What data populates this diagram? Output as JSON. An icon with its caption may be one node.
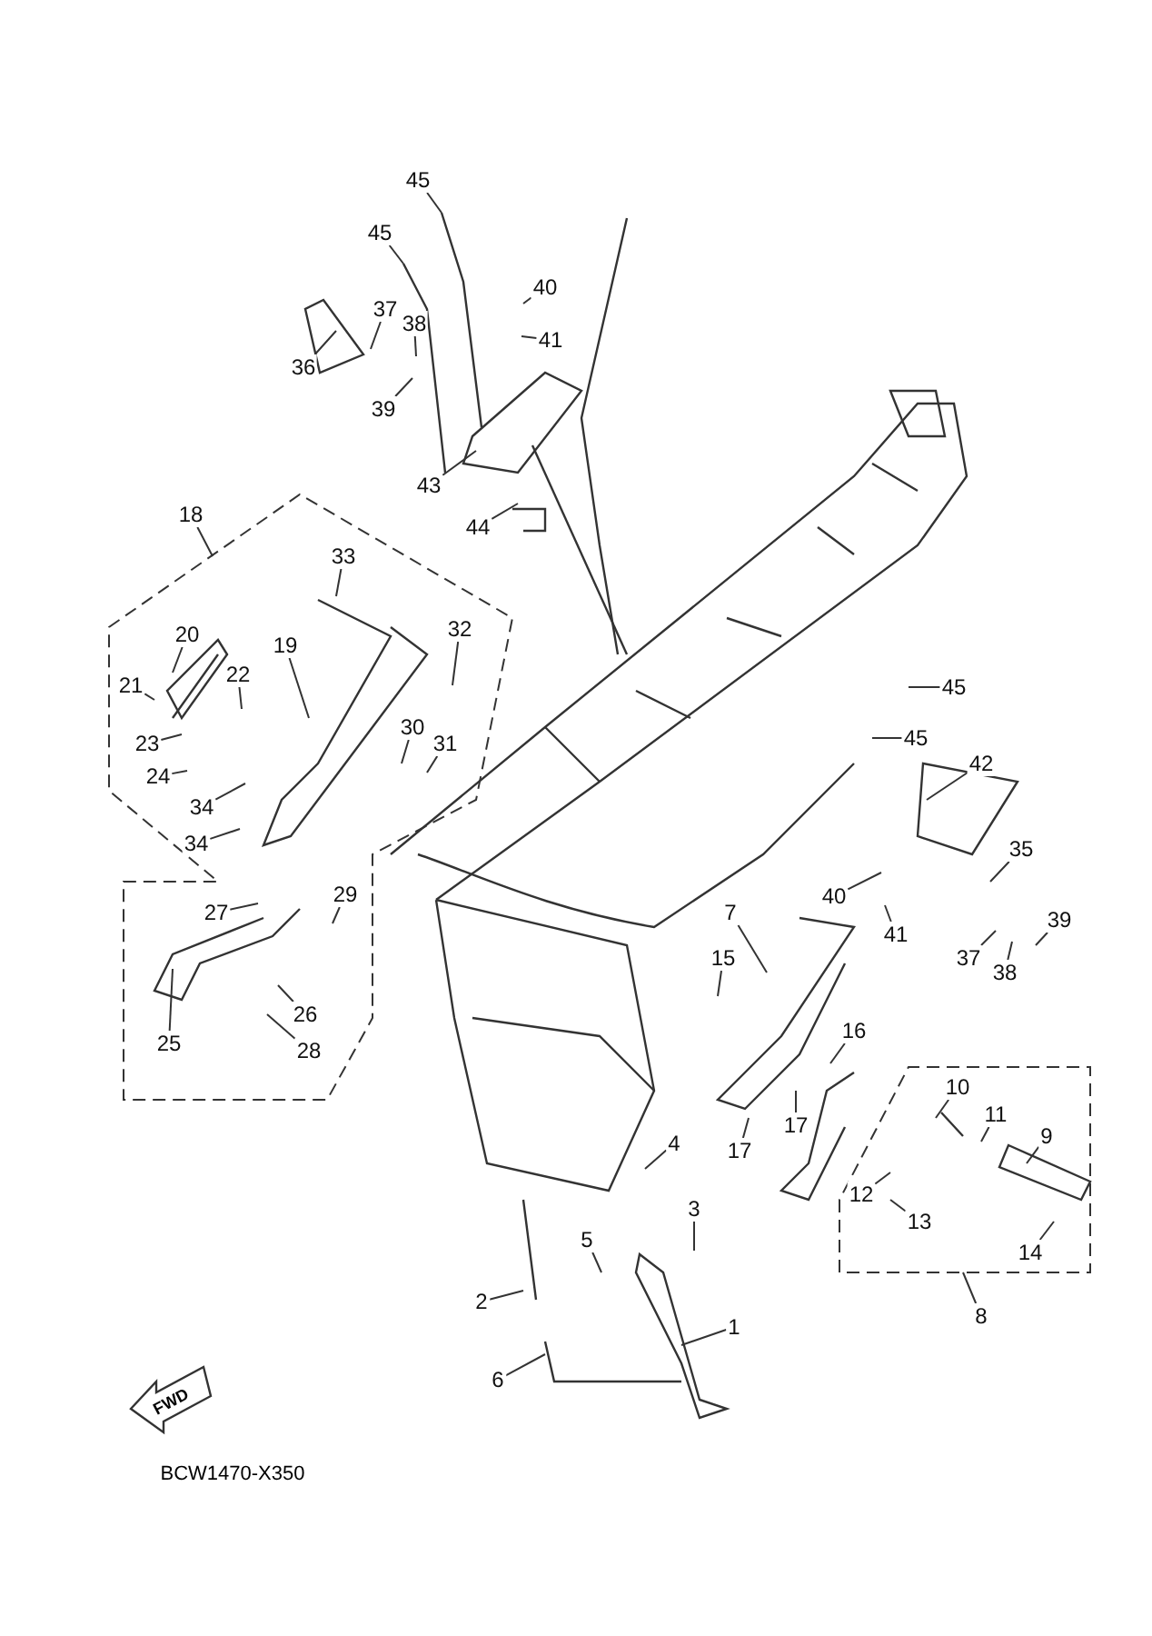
{
  "diagram": {
    "nodes": [
      {
        "text": [
          "45"
        ]
      },
      {
        "text": [
          "45"
        ]
      },
      {
        "text": [
          "40"
        ]
      },
      {
        "text": [
          "37"
        ]
      },
      {
        "text": [
          "38"
        ]
      },
      {
        "text": [
          "41"
        ]
      },
      {
        "text": [
          "36"
        ]
      },
      {
        "text": [
          "39"
        ]
      },
      {
        "text": [
          "43"
        ]
      },
      {
        "text": [
          "44"
        ]
      },
      {
        "text": [
          "18"
        ]
      },
      {
        "text": [],
        "shape": "box"
      },
      {
        "text": [
          "33"
        ],
        "in": 11
      },
      {
        "text": [
          "32"
        ],
        "in": 11
      },
      {
        "text": [
          "20"
        ],
        "in": 11
      },
      {
        "text": [
          "19"
        ],
        "in": 11
      },
      {
        "text": [
          "22"
        ],
        "in": 11
      },
      {
        "text": [
          "21"
        ],
        "in": 11
      },
      {
        "text": [
          "23"
        ],
        "in": 11
      },
      {
        "text": [
          "30"
        ],
        "in": 11
      },
      {
        "text": [
          "31"
        ],
        "in": 11
      },
      {
        "text": [
          "24"
        ],
        "in": 11
      },
      {
        "text": [
          "34"
        ],
        "in": 11
      },
      {
        "text": [
          "34"
        ],
        "in": 11
      },
      {
        "text": [
          "27"
        ],
        "in": 11
      },
      {
        "text": [
          "29"
        ],
        "in": 11
      },
      {
        "text": [
          "26"
        ],
        "in": 11
      },
      {
        "text": [
          "25"
        ],
        "in": 11
      },
      {
        "text": [
          "28"
        ],
        "in": 11
      },
      {
        "text": [
          "45"
        ]
      },
      {
        "text": [
          "45"
        ]
      },
      {
        "text": [
          "42"
        ]
      },
      {
        "text": [
          "35"
        ]
      },
      {
        "text": [
          "40"
        ]
      },
      {
        "text": [
          "39"
        ]
      },
      {
        "text": [
          "7"
        ]
      },
      {
        "text": [
          "41"
        ]
      },
      {
        "text": [
          "37"
        ]
      },
      {
        "text": [
          "38"
        ]
      },
      {
        "text": [
          "15"
        ]
      },
      {
        "text": [
          "16"
        ]
      },
      {
        "text": [
          "17"
        ]
      },
      {
        "text": [
          "17"
        ]
      },
      {
        "text": [],
        "shape": "box"
      },
      {
        "text": [
          "10"
        ],
        "in": 43
      },
      {
        "text": [
          "11"
        ],
        "in": 43
      },
      {
        "text": [
          "9"
        ],
        "in": 43
      },
      {
        "text": [
          "12"
        ],
        "in": 43
      },
      {
        "text": [
          "13"
        ],
        "in": 43
      },
      {
        "text": [
          "14"
        ],
        "in": 43
      },
      {
        "text": [
          "4"
        ]
      },
      {
        "text": [
          "3"
        ]
      },
      {
        "text": [
          "5"
        ]
      },
      {
        "text": [
          "8"
        ]
      },
      {
        "text": [
          "2"
        ]
      },
      {
        "text": [
          "1"
        ]
      },
      {
        "text": [
          "6"
        ]
      }
    ],
    "edges": [
      {
        "from": 0,
        "to": null,
        "arrow": "none"
      },
      {
        "from": 1,
        "to": null,
        "arrow": "none"
      },
      {
        "from": 2,
        "to": null,
        "arrow": "none"
      },
      {
        "from": 3,
        "to": null,
        "arrow": "none"
      },
      {
        "from": 4,
        "to": null,
        "arrow": "none"
      },
      {
        "from": 5,
        "to": null,
        "arrow": "none"
      },
      {
        "from": 6,
        "to": null,
        "arrow": "none"
      },
      {
        "from": 7,
        "to": null,
        "arrow": "none"
      },
      {
        "from": 8,
        "to": null,
        "arrow": "none"
      },
      {
        "from": 9,
        "to": null,
        "arrow": "none"
      },
      {
        "from": 10,
        "to": 11,
        "arrow": "none"
      },
      {
        "from": 12,
        "to": null,
        "arrow": "none"
      },
      {
        "from": 13,
        "to": null,
        "arrow": "none"
      },
      {
        "from": 14,
        "to": null,
        "arrow": "none"
      },
      {
        "from": 15,
        "to": null,
        "arrow": "none"
      },
      {
        "from": 16,
        "to": null,
        "arrow": "none"
      },
      {
        "from": 17,
        "to": null,
        "arrow": "none"
      },
      {
        "from": 18,
        "to": null,
        "arrow": "none"
      },
      {
        "from": 19,
        "to": null,
        "arrow": "none"
      },
      {
        "from": 20,
        "to": null,
        "arrow": "none"
      },
      {
        "from": 21,
        "to": null,
        "arrow": "none"
      },
      {
        "from": 22,
        "to": null,
        "arrow": "none"
      },
      {
        "from": 23,
        "to": null,
        "arrow": "none"
      },
      {
        "from": 24,
        "to": null,
        "arrow": "none"
      },
      {
        "from": 25,
        "to": null,
        "arrow": "none"
      },
      {
        "from": 26,
        "to": null,
        "arrow": "none"
      },
      {
        "from": 27,
        "to": null,
        "arrow": "none"
      },
      {
        "from": 28,
        "to": null,
        "arrow": "none"
      },
      {
        "from": 29,
        "to": null,
        "arrow": "none"
      },
      {
        "from": 30,
        "to": null,
        "arrow": "none"
      },
      {
        "from": 31,
        "to": null,
        "arrow": "none"
      },
      {
        "from": 32,
        "to": null,
        "arrow": "none"
      },
      {
        "from": 33,
        "to": null,
        "arrow": "none"
      },
      {
        "from": 34,
        "to": null,
        "arrow": "none"
      },
      {
        "from": 35,
        "to": null,
        "arrow": "none"
      },
      {
        "from": 36,
        "to": null,
        "arrow": "none"
      },
      {
        "from": 37,
        "to": null,
        "arrow": "none"
      },
      {
        "from": 38,
        "to": null,
        "arrow": "none"
      },
      {
        "from": 39,
        "to": null,
        "arrow": "none"
      },
      {
        "from": 40,
        "to": null,
        "arrow": "none"
      },
      {
        "from": 41,
        "to": null,
        "arrow": "none"
      },
      {
        "from": 42,
        "to": null,
        "arrow": "none"
      },
      {
        "from": 44,
        "to": null,
        "arrow": "none"
      },
      {
        "from": 45,
        "to": null,
        "arrow": "none"
      },
      {
        "from": 46,
        "to": null,
        "arrow": "none"
      },
      {
        "from": 47,
        "to": null,
        "arrow": "none"
      },
      {
        "from": 48,
        "to": null,
        "arrow": "none"
      },
      {
        "from": 49,
        "to": null,
        "arrow": "none"
      },
      {
        "from": 50,
        "to": null,
        "arrow": "none"
      },
      {
        "from": 51,
        "to": null,
        "arrow": "none"
      },
      {
        "from": 52,
        "to": null,
        "arrow": "none"
      },
      {
        "from": 53,
        "to": 43,
        "arrow": "none"
      },
      {
        "from": 54,
        "to": null,
        "arrow": "none"
      },
      {
        "from": 55,
        "to": null,
        "arrow": "none"
      },
      {
        "from": 56,
        "to": null,
        "arrow": "none"
      }
    ],
    "labels": [
      "FWD",
      "BCW1470-X350"
    ]
  }
}
